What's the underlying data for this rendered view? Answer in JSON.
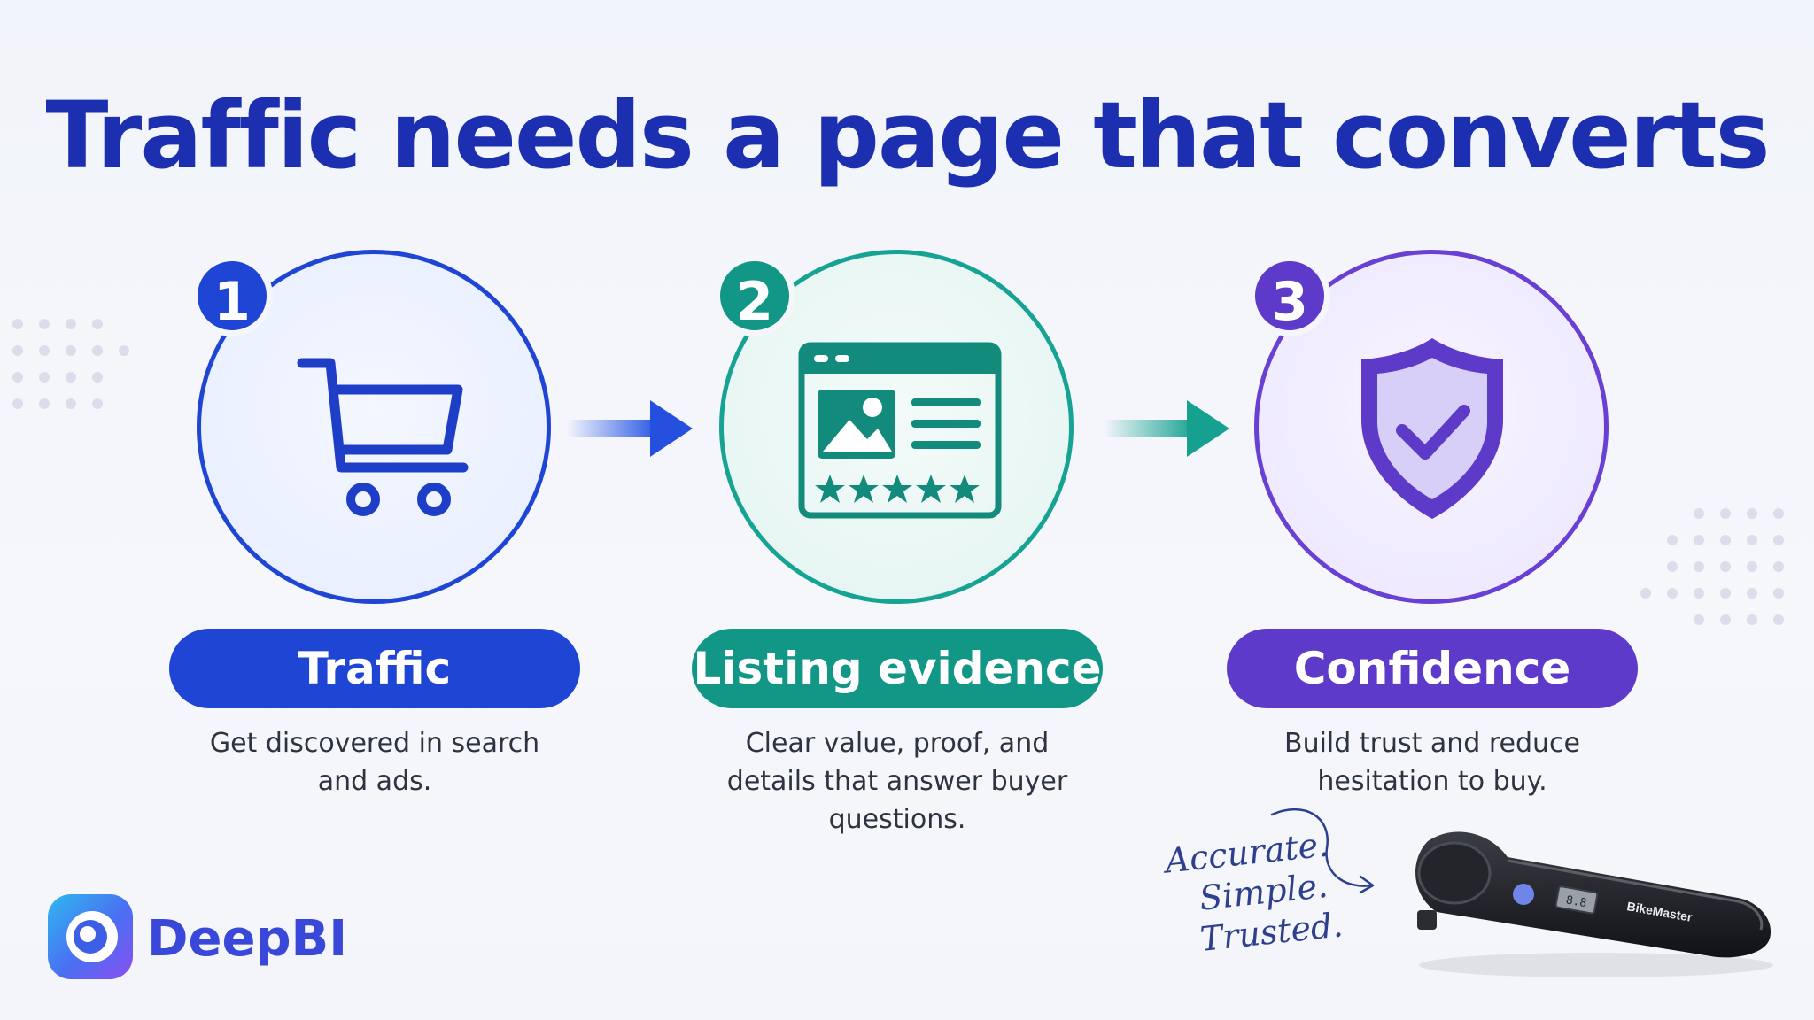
{
  "title": "Traffic needs a page that converts",
  "steps": [
    {
      "number": "1",
      "label": "Traffic",
      "description_lines": [
        "Get discovered in search",
        "and ads."
      ],
      "icon": "shopping-cart-icon",
      "color": "#1f45d4"
    },
    {
      "number": "2",
      "label": "Listing evidence",
      "description_lines": [
        "Clear value, proof, and",
        "details that answer buyer",
        "questions."
      ],
      "icon": "listing-page-icon",
      "color": "#129787"
    },
    {
      "number": "3",
      "label": "Confidence",
      "description_lines": [
        "Build trust and reduce",
        "hesitation to buy."
      ],
      "icon": "shield-check-icon",
      "color": "#5e3acb"
    }
  ],
  "annotation": {
    "lines": [
      "Accurate.",
      "Simple.",
      "Trusted."
    ]
  },
  "product": {
    "brand_label": "BikeMaster",
    "display_text": "8.8"
  },
  "brand": {
    "name": "DeepBI"
  }
}
